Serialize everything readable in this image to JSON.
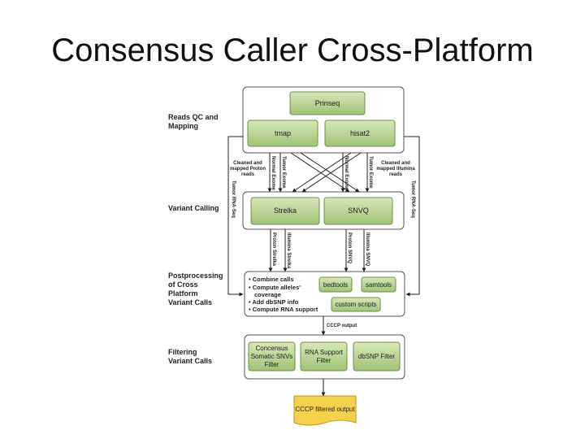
{
  "slide_title": "Consensus Caller Cross-Platform",
  "sections": {
    "reads_qc": [
      "Reads QC and",
      "Mapping"
    ],
    "variant_calling": [
      "Variant Calling"
    ],
    "postprocessing": [
      "Postprocessing",
      "of Cross",
      "Platform",
      "Variant Calls"
    ],
    "filtering": [
      "Filtering",
      "Variant Calls"
    ]
  },
  "tools": {
    "prinseq": "Prinseq",
    "tmap": "tmap",
    "hisat2": "hisat2",
    "strelka": "Strelka",
    "snvq": "SNVQ",
    "bedtools": "bedtools",
    "samtools": "samtools",
    "custom_scripts": "custom scripts"
  },
  "reads_labels": {
    "proton": [
      "Cleaned and",
      "mapped Proton",
      "reads"
    ],
    "illumina": [
      "Cleaned and",
      "mapped Illumina",
      "reads"
    ]
  },
  "flow_labels": {
    "tumor_rnaseq": "Tumor RNA-Seq",
    "normal_exome": "Normal Exome",
    "tumor_exome": "Tumor Exome",
    "proton_strelka": "Proton Strelka",
    "illumina_strelka": "Illumina Strelka",
    "proton_snvq": "Proton SNVQ",
    "illumina_snvq": "Illumina SNVQ",
    "cccp_output": "CCCP output"
  },
  "post_bullets": [
    "Combine calls",
    "Compute alleles'",
    "coverage",
    "Add dbSNP info",
    "Compute RNA support"
  ],
  "filters": {
    "consensus": [
      "Concensus",
      "Somatic SNVs",
      "Filter"
    ],
    "rna": [
      "RNA Support",
      "Filter"
    ],
    "dbsnp": [
      "dbSNP Filter"
    ]
  },
  "final_output": "CCCP  filtered output",
  "colors": {
    "tool_fill_top": "#d9e8b8",
    "tool_fill_bottom": "#9fc275",
    "tool_stroke": "#6d8f4c",
    "output_fill": "#f6d14e",
    "output_stroke": "#b89a20"
  }
}
